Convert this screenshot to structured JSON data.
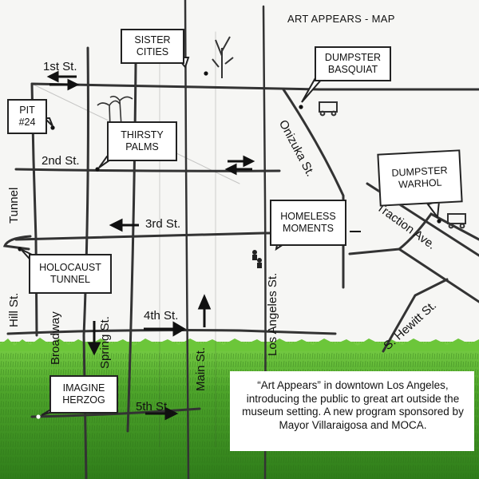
{
  "title": "ART APPEARS - MAP",
  "streets": {
    "first": "1st St.",
    "second": "2nd St.",
    "third": "3rd St.",
    "fourth": "4th St.",
    "fifth": "5th St.",
    "tunnel": "Tunnel",
    "hill": "Hill St.",
    "broadway": "Broadway",
    "spring": "Spring St.",
    "main": "Main St.",
    "los_angeles": "Los Angeles St.",
    "onizuka": "Onizuka St.",
    "traction": "Traction Ave.",
    "hewitt": "S. Hewitt St."
  },
  "sites": {
    "sister_cities": "SISTER CITIES",
    "dumpster_basquiat": "DUMPSTER BASQUIAT",
    "pit": "PIT #24",
    "thirsty_palms": "THIRSTY PALMS",
    "dumpster_warhol": "DUMPSTER WARHOL",
    "homeless_moments": "HOMELESS MOMENTS",
    "holocaust_tunnel": "HOLOCAUST TUNNEL",
    "imagine_herzog": "IMAGINE HERZOG"
  },
  "note": "“Art Appears” in downtown Los Angeles, introducing the public to great art outside the museum setting. A new program sponsored by Mayor Villaraigosa and MOCA.",
  "colors": {
    "grass_dark": "#2f7d1a",
    "grass_light": "#6cc63a",
    "ink": "#333333"
  }
}
